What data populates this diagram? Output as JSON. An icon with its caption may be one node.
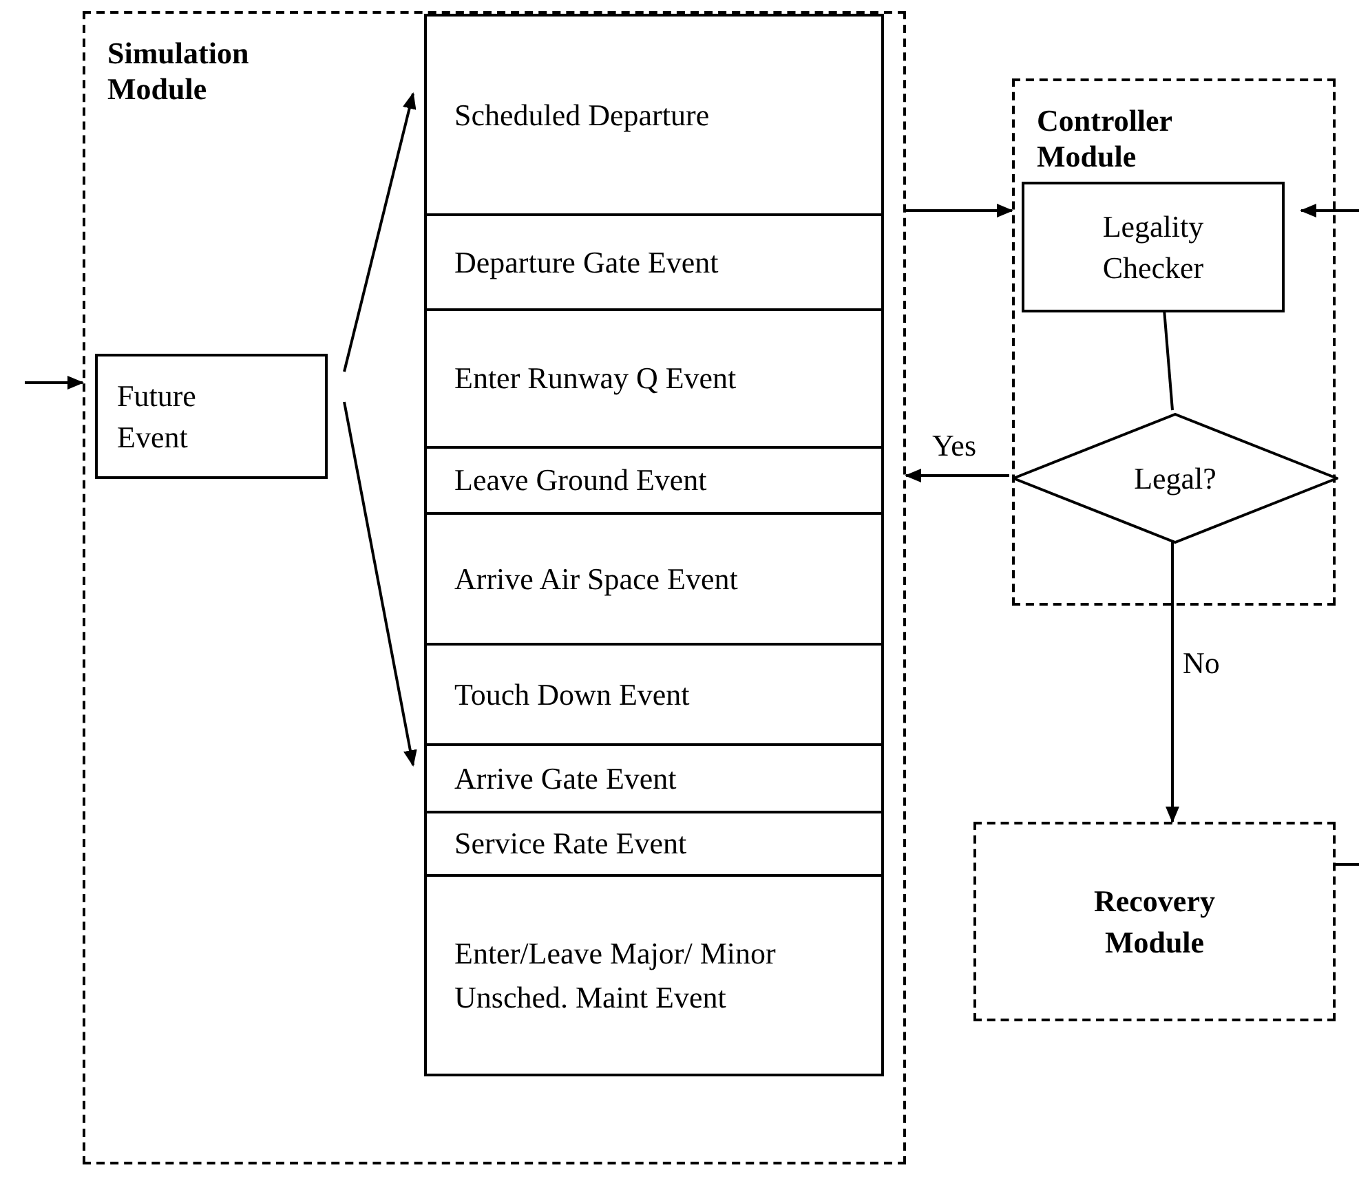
{
  "diagram": {
    "nodes": [
      {
        "text": [
          "Simulation Module"
        ]
      },
      {
        "text": [
          "Future Event"
        ],
        "in": 0
      },
      {
        "text": [
          "Scheduled Departure"
        ],
        "in": 0
      },
      {
        "text": [
          "Departure Gate Event"
        ],
        "in": 0
      },
      {
        "text": [
          "Enter Runway Q Event"
        ],
        "in": 0
      },
      {
        "text": [
          "Leave Ground Event"
        ],
        "in": 0
      },
      {
        "text": [
          "Arrive Air Space Event"
        ],
        "in": 0
      },
      {
        "text": [
          "Touch Down Event"
        ],
        "in": 0
      },
      {
        "text": [
          "Arrive Gate Event"
        ],
        "in": 0
      },
      {
        "text": [
          "Service Rate Event"
        ],
        "in": 0
      },
      {
        "text": [
          "Enter/Leave Major/ Minor Unsched. Maint Event"
        ],
        "in": 0
      },
      {
        "text": [
          "Controller Module"
        ]
      },
      {
        "text": [
          "Legality Checker"
        ],
        "in": 11
      },
      {
        "text": [
          "Legal?"
        ],
        "in": 11
      },
      {
        "text": [
          "Recovery Module"
        ]
      }
    ],
    "edges": [
      {
        "from": null,
        "to": 0,
        "arrow": "to"
      },
      {
        "from": 1,
        "to": 2,
        "arrow": "to"
      },
      {
        "from": 1,
        "to": 8,
        "arrow": "to"
      },
      {
        "from": 0,
        "to": 11,
        "arrow": "to"
      },
      {
        "from": null,
        "to": 12,
        "arrow": "to"
      },
      {
        "from": 12,
        "to": 13,
        "arrow": "none"
      },
      {
        "from": 13,
        "to": 0,
        "arrow": "to",
        "label": "Yes"
      },
      {
        "from": 13,
        "to": 14,
        "arrow": "to",
        "label": "No"
      },
      {
        "from": 14,
        "to": null,
        "arrow": "none"
      }
    ]
  }
}
